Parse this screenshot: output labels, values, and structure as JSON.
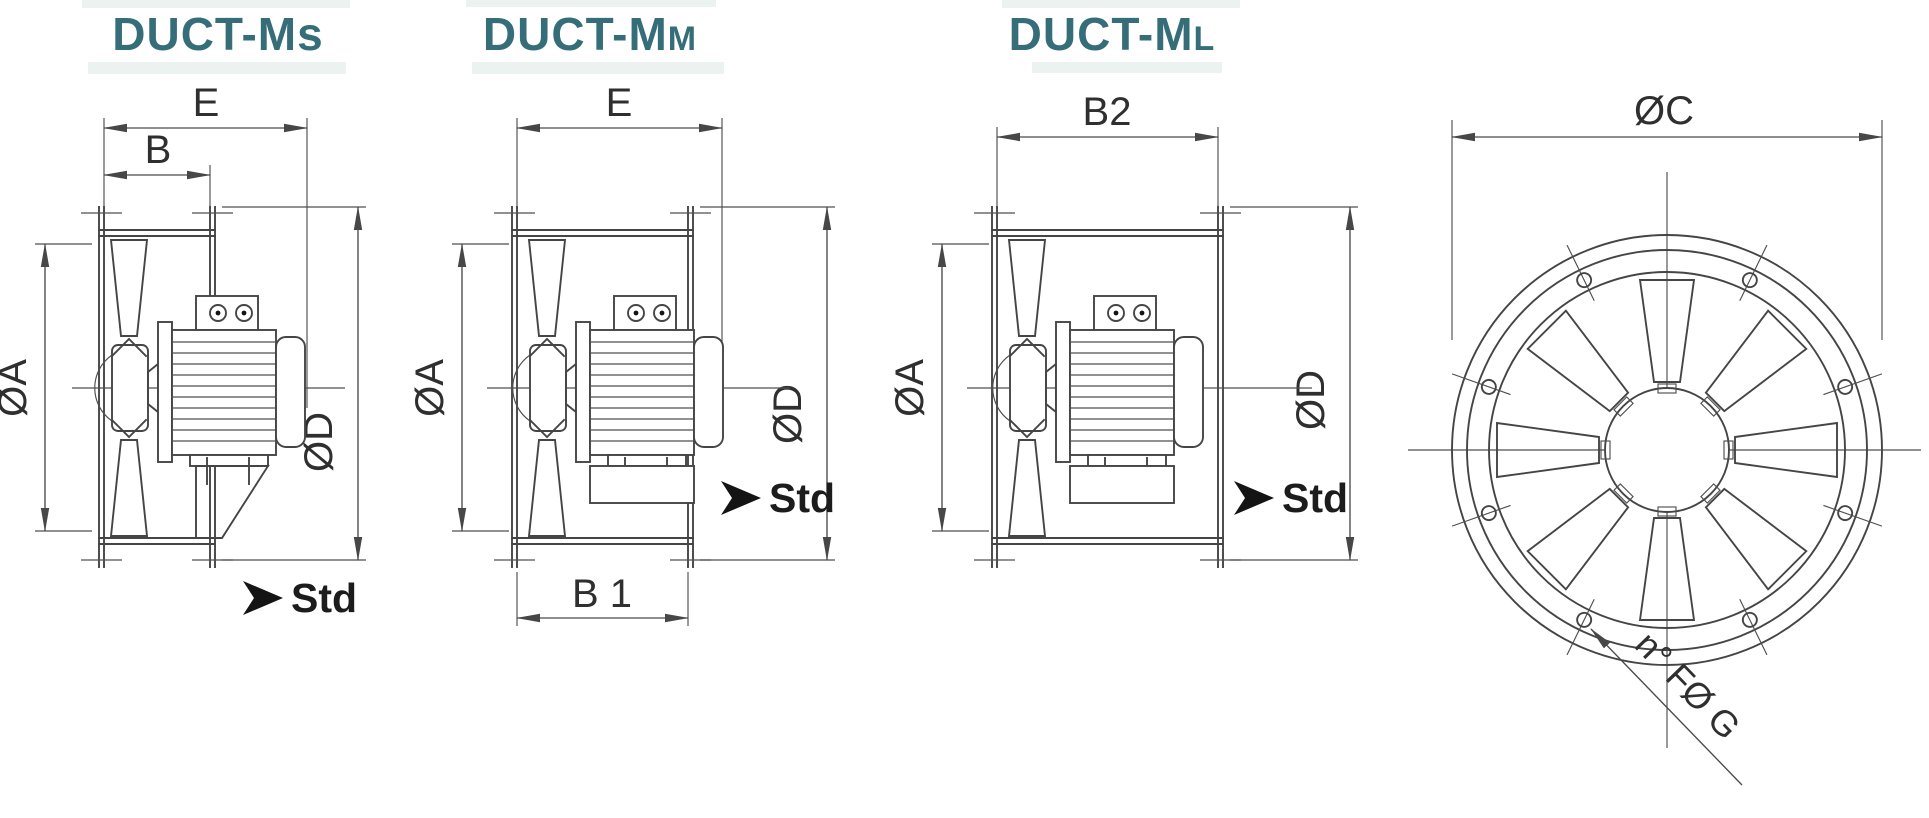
{
  "colors": {
    "title_teal": "#356e78",
    "line": "#454545",
    "background": "#ffffff"
  },
  "titles": [
    {
      "main": "DUCT-M",
      "suffix": "s"
    },
    {
      "main": "DUCT-M",
      "suffix": "M"
    },
    {
      "main": "DUCT-M",
      "suffix": "L"
    }
  ],
  "views": {
    "ms": {
      "dim_e": "E",
      "dim_b": "B",
      "dim_a": "ØA",
      "dim_d": "ØD",
      "flow": "Std"
    },
    "mm": {
      "dim_e": "E",
      "dim_b1": "B 1",
      "dim_a": "ØA",
      "dim_d": "ØD",
      "flow": "Std"
    },
    "ml": {
      "dim_b2": "B2",
      "dim_a": "ØA",
      "dim_d": "ØD",
      "flow": "Std"
    },
    "front": {
      "dim_c": "ØC",
      "bolt_note": "n° FØ G"
    }
  }
}
